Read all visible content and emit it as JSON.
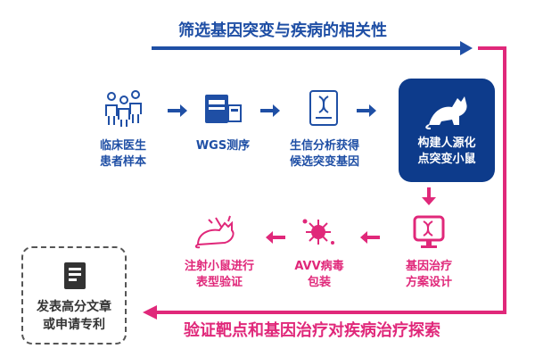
{
  "top_title": "筛选基因突变与疾病的相关性",
  "bottom_title": "验证靶点和基因治疗对疾病治疗探索",
  "steps": {
    "patients": [
      "临床医生",
      "患者样本"
    ],
    "wgs": [
      "WGS测序"
    ],
    "bioinfo": [
      "生信分析获得",
      "候选突变基因"
    ],
    "mouse": [
      "构建人源化",
      "点突变小鼠"
    ],
    "therapy": [
      "基因治疗",
      "方案设计"
    ],
    "avv": [
      "AVV病毒",
      "包装"
    ],
    "inject": [
      "注射小鼠进行",
      "表型验证"
    ],
    "paper": [
      "发表高分文章",
      "或申请专利"
    ]
  },
  "colors": {
    "blue": "#1f4fa5",
    "navy": "#0d3b8b",
    "pink": "#e0287a",
    "gray": "#555555"
  },
  "icons": [
    "people-icon",
    "sequencer-icon",
    "dna-document-icon",
    "mouse-icon",
    "gene-monitor-icon",
    "virus-icon",
    "injected-mouse-icon",
    "document-icon"
  ]
}
